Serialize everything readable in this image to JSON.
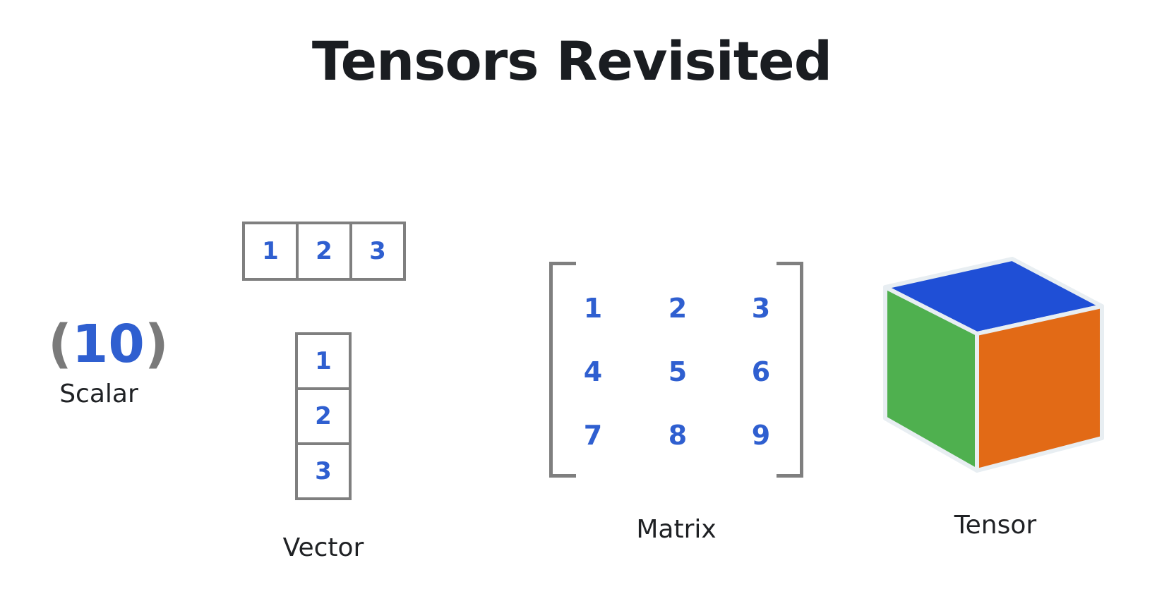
{
  "title": "Tensors Revisited",
  "scalar": {
    "value": "10",
    "open_paren": "(",
    "close_paren": ")",
    "label": "Scalar"
  },
  "vector": {
    "values": [
      "1",
      "2",
      "3"
    ],
    "label": "Vector"
  },
  "matrix": {
    "rows": [
      [
        "1",
        "2",
        "3"
      ],
      [
        "4",
        "5",
        "6"
      ],
      [
        "7",
        "8",
        "9"
      ]
    ],
    "label": "Matrix"
  },
  "tensor": {
    "label": "Tensor",
    "face_colors": {
      "top": "#1f4fd6",
      "left": "#4fb04f",
      "right": "#e26a16"
    }
  },
  "colors": {
    "value_blue": "#2f5fd0",
    "border_gray": "#7f7f7f",
    "title_dark": "#1a1d21"
  }
}
